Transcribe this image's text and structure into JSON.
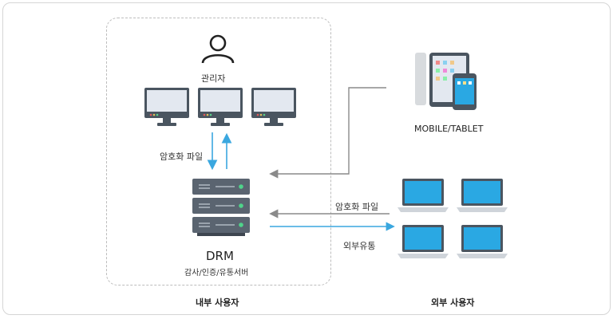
{
  "labels": {
    "admin": "관리자",
    "encrypted_file_left": "암호화 파일",
    "drm": "DRM",
    "drm_sub": "감사/인증/유통서버",
    "internal_users": "내부 사용자",
    "mobile_tablet": "MOBILE/TABLET",
    "encrypted_file_right": "암호화 파일",
    "external_distribution": "외부유통",
    "external_users": "외부 사용자"
  },
  "colors": {
    "arrow_blue": "#3aa7df",
    "arrow_gray": "#8a8a8a",
    "monitor_body": "#4a5560",
    "monitor_screen": "#e3e8f0",
    "laptop_screen": "#2aa8e3",
    "server_body": "#5a6470",
    "server_led": "#4fd38a"
  },
  "icons": [
    "person-icon",
    "monitor-icon",
    "server-icon",
    "tablet-icon",
    "phone-icon",
    "laptop-icon"
  ]
}
